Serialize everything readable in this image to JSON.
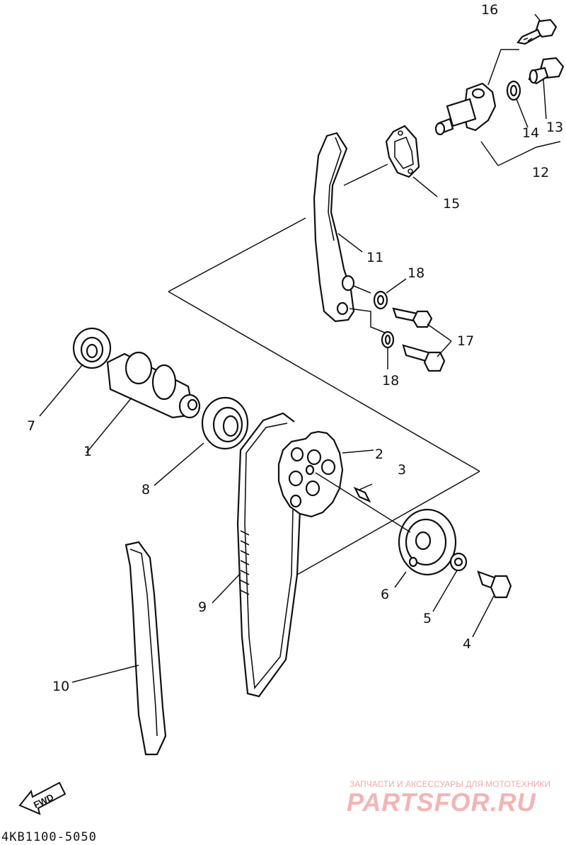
{
  "callouts": [
    {
      "id": "c1",
      "label": "1"
    },
    {
      "id": "c2",
      "label": "2"
    },
    {
      "id": "c3",
      "label": "3"
    },
    {
      "id": "c4",
      "label": "4"
    },
    {
      "id": "c5",
      "label": "5"
    },
    {
      "id": "c6",
      "label": "6"
    },
    {
      "id": "c7",
      "label": "7"
    },
    {
      "id": "c8",
      "label": "8"
    },
    {
      "id": "c9",
      "label": "9"
    },
    {
      "id": "c10",
      "label": "10"
    },
    {
      "id": "c11",
      "label": "11"
    },
    {
      "id": "c12",
      "label": "12"
    },
    {
      "id": "c13",
      "label": "13"
    },
    {
      "id": "c14",
      "label": "14"
    },
    {
      "id": "c15",
      "label": "15"
    },
    {
      "id": "c16",
      "label": "16"
    },
    {
      "id": "c17",
      "label": "17"
    },
    {
      "id": "c18a",
      "label": "18"
    },
    {
      "id": "c18b",
      "label": "18"
    }
  ],
  "diagram_code": "4KB1100-5050",
  "direction_label": "FWD",
  "watermark": {
    "tagline": "ЗАПЧАСТИ И АКСЕССУАРЫ ДЛЯ МОТОТЕХНИКИ",
    "brand": "PARTSFOR.RU"
  }
}
